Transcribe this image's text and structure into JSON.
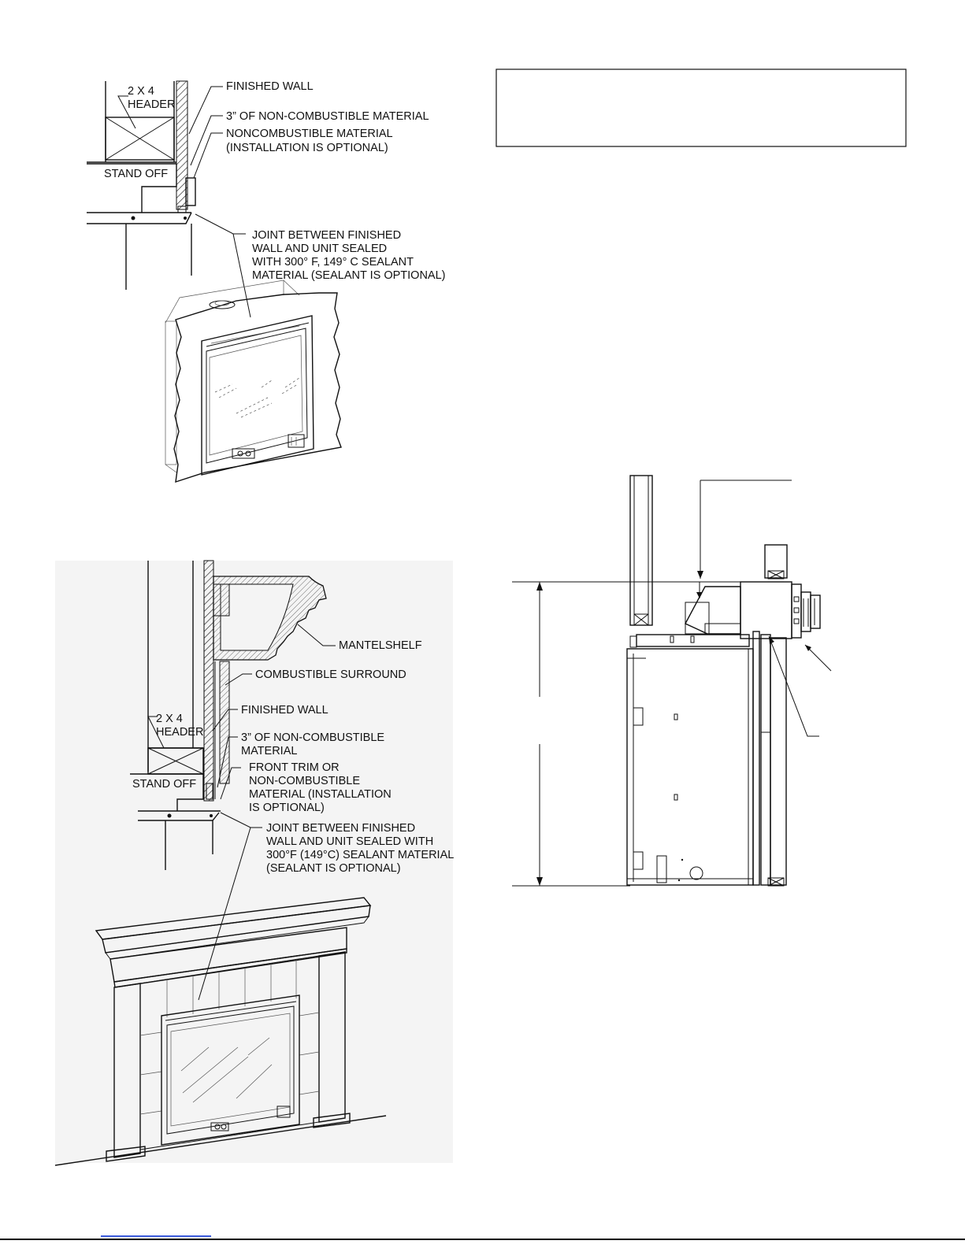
{
  "figure_top": {
    "labels": {
      "header": [
        "2 X 4",
        "HEADER"
      ],
      "stand_off": "STAND OFF",
      "finished_wall": "FINISHED WALL",
      "non_combustible_3in": "3” OF NON-COMBUSTIBLE MATERIAL",
      "noncombustible_optional": [
        "NONCOMBUSTIBLE MATERIAL",
        "(INSTALLATION IS OPTIONAL)"
      ],
      "joint": [
        "JOINT BETWEEN FINISHED",
        "WALL AND UNIT SEALED",
        "WITH 300° F, 149° C SEALANT",
        "MATERIAL (SEALANT IS OPTIONAL)"
      ]
    }
  },
  "figure_bottom": {
    "labels": {
      "mantelshelf": "MANTELSHELF",
      "combustible_surround": "COMBUSTIBLE SURROUND",
      "finished_wall": "FINISHED WALL",
      "header": [
        "2 X 4",
        "HEADER"
      ],
      "non_combustible_3in": [
        "3” OF NON-COMBUSTIBLE",
        "MATERIAL"
      ],
      "stand_off": "STAND OFF",
      "front_trim": [
        "FRONT TRIM OR",
        "NON-COMBUSTIBLE",
        "MATERIAL (INSTALLATION",
        "IS OPTIONAL)"
      ],
      "joint": [
        "JOINT BETWEEN FINISHED",
        "WALL AND UNIT SEALED WITH",
        "300°F (149°C) SEALANT MATERIAL",
        "(SEALANT IS OPTIONAL)"
      ]
    }
  },
  "notice_box": {
    "text": ""
  }
}
